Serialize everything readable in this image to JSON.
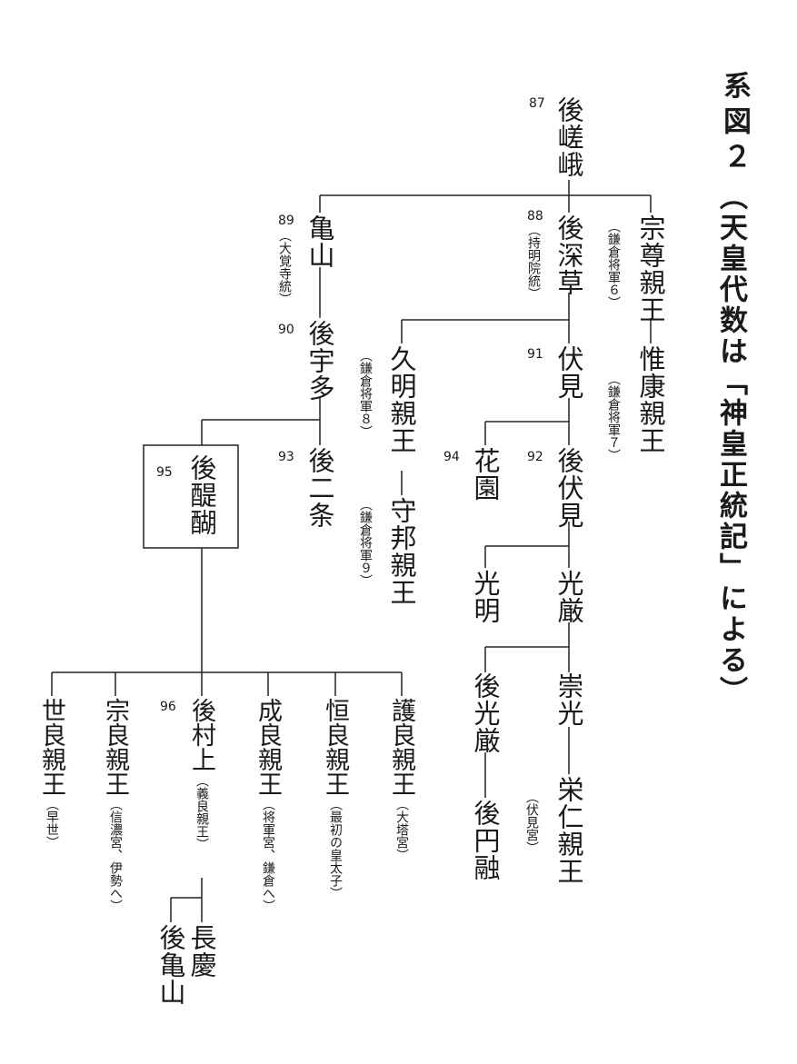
{
  "title": "系図２",
  "subtitle": "（天皇代数は「神皇正統記」による）",
  "nodes": {
    "gosaga": "後嵯峨",
    "kameyama": "亀山",
    "gofukakusa": "後深草",
    "munetaka": "宗尊親王",
    "gouda": "後宇多",
    "hisaaki": "久明親王",
    "fushimi": "伏見",
    "koreyasu": "惟康親王",
    "godaigo": "後醍醐",
    "gonijo": "後二条",
    "hanazono": "花園",
    "gofushimi": "後伏見",
    "morikuni": "守邦親王",
    "komyo": "光明",
    "kogon": "光厳",
    "gokogon": "後光厳",
    "suko": "崇光",
    "goenyu": "後円融",
    "yoshihito": "栄仁親王",
    "yoyoshi": "世良親王",
    "muneyoshi": "宗良親王",
    "gomurakami": "後村上",
    "nariyoshi": "成良親王",
    "tsuneyoshi": "恒良親王",
    "moriyoshi": "護良親王",
    "chokei": "長慶",
    "gokameyama": "後亀山"
  },
  "notes": {
    "daikakuji": "（大覚寺統）",
    "jimyoin": "（持明院統）",
    "shogun6": "（鎌倉将軍６）",
    "shogun7": "（鎌倉将軍７）",
    "shogun8": "（鎌倉将軍８）",
    "shogun9": "（鎌倉将軍９）",
    "fushiminomiya": "（伏見宮）",
    "sose": "（早世）",
    "muneyoshi": "（信濃宮、伊勢へ）",
    "gomurakami": "（義良親王）",
    "nariyoshi": "（将軍宮、鎌倉へ）",
    "tsuneyoshi": "（最初の皇太子）",
    "moriyoshi": "（大塔宮）"
  },
  "numbers": {
    "gosaga": "87",
    "gofukakusa": "88",
    "kameyama": "89",
    "gouda": "90",
    "fushimi": "91",
    "gofushimi": "92",
    "gonijo": "93",
    "hanazono": "94",
    "godaigo": "95",
    "gomurakami": "96"
  }
}
